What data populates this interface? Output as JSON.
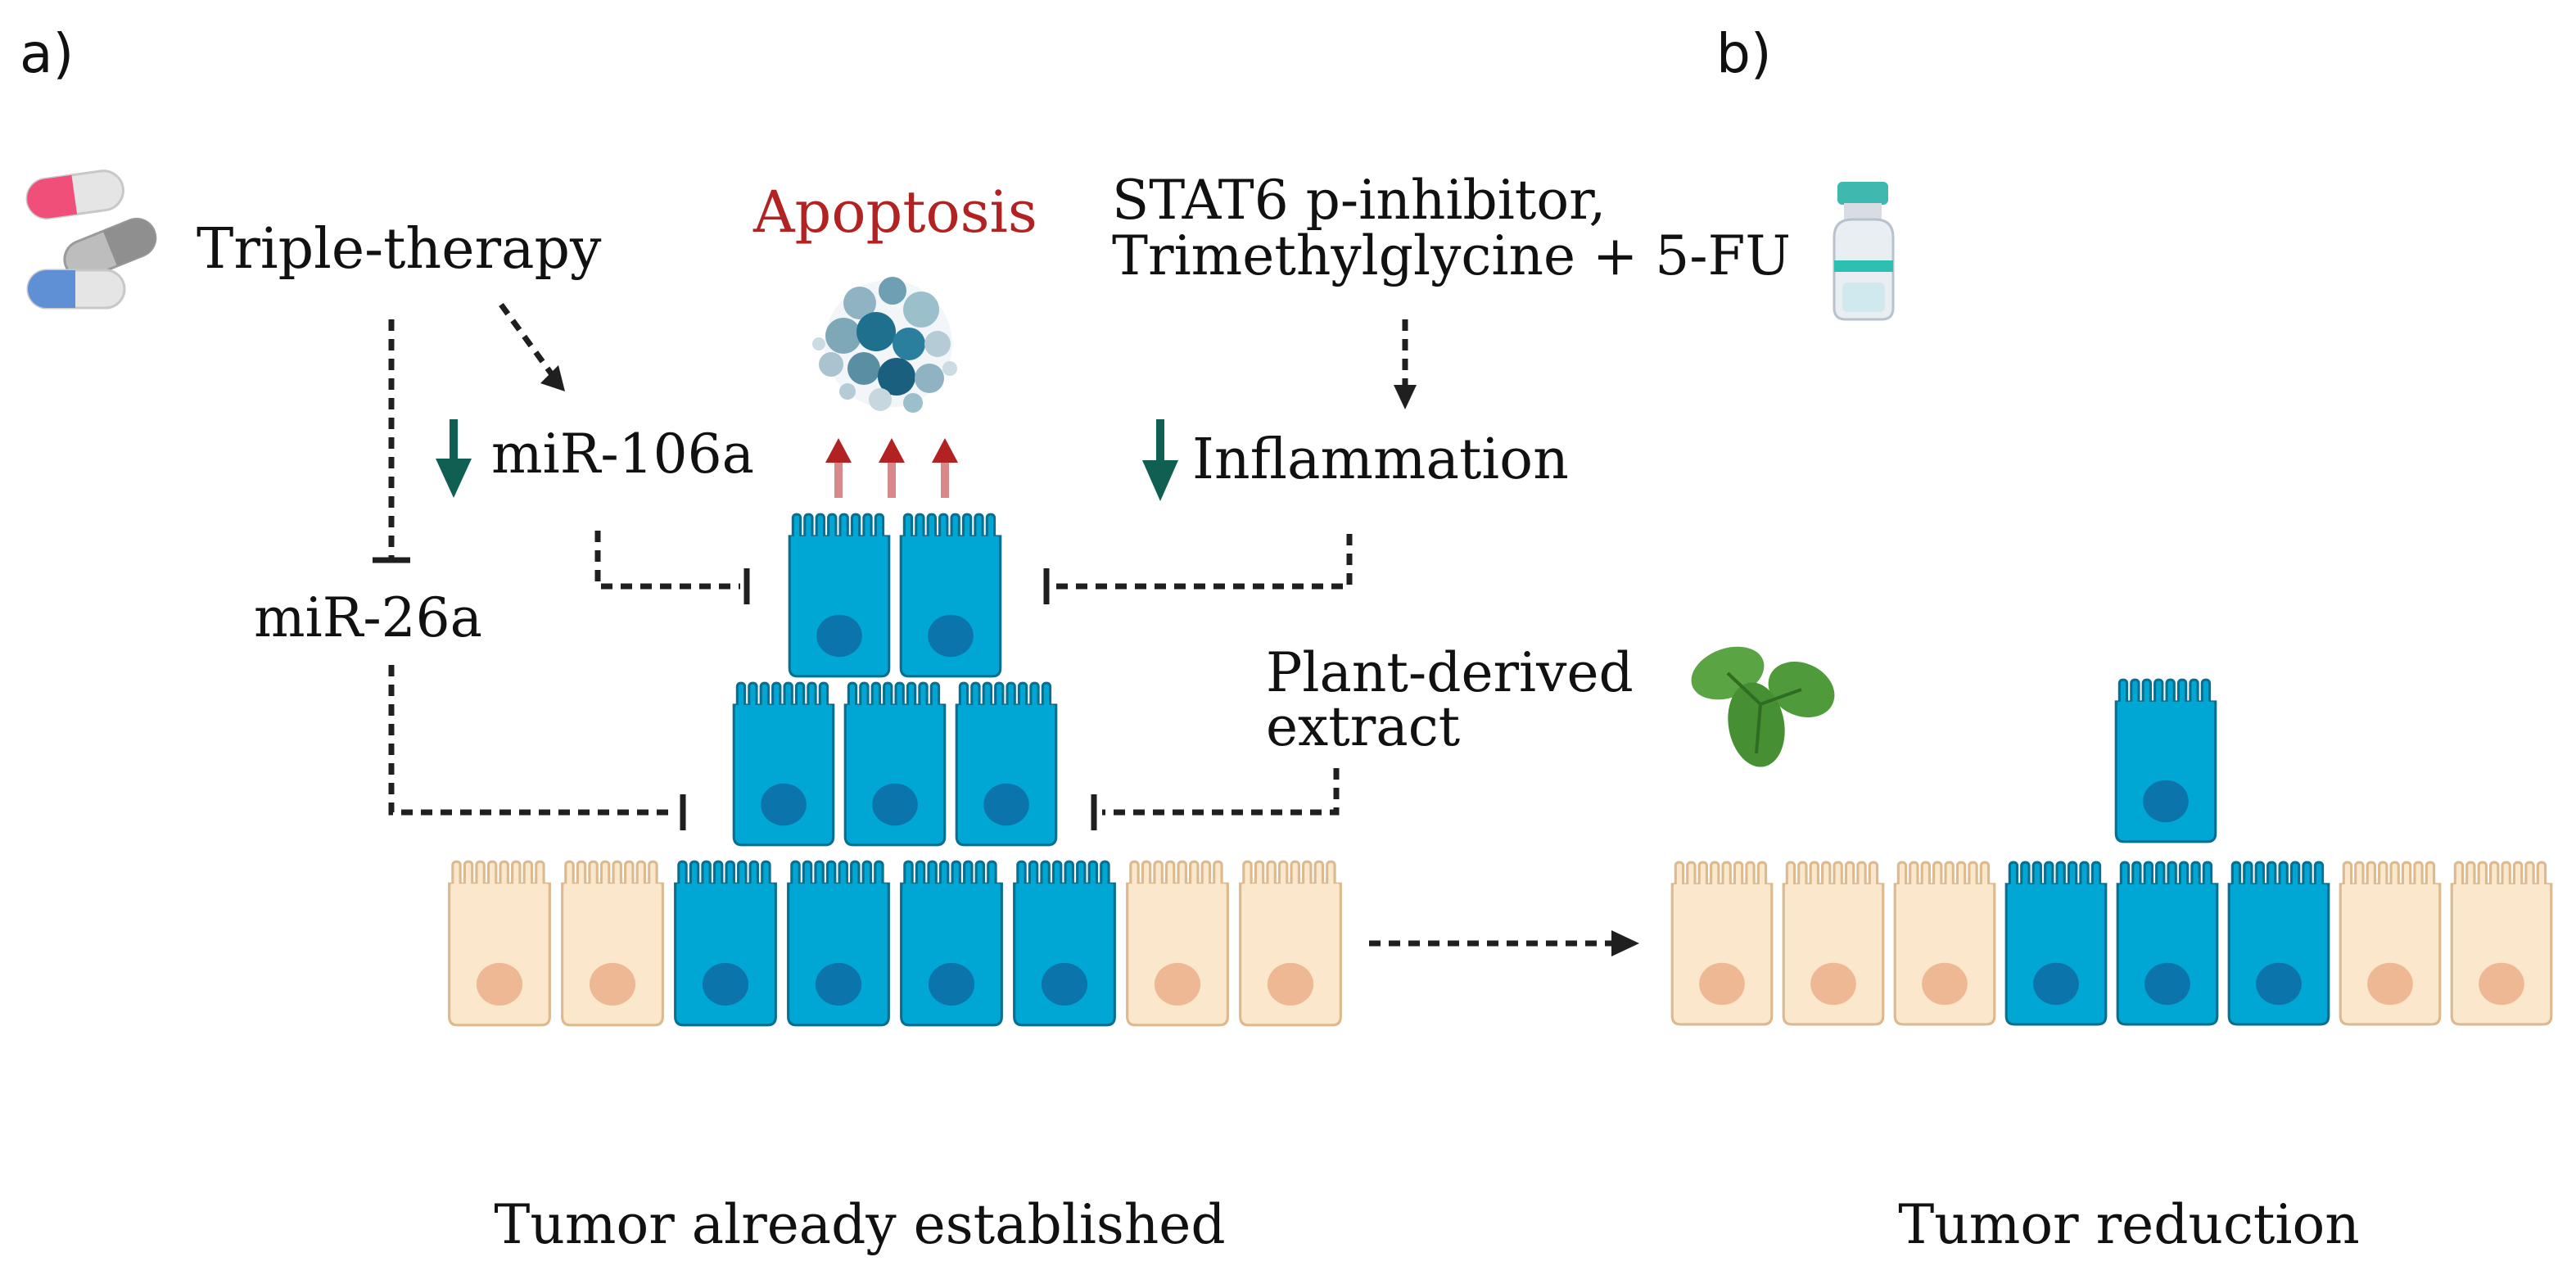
{
  "panels": {
    "a": "a)",
    "b": "b)"
  },
  "labels": {
    "triple_therapy": "Triple-therapy",
    "apoptosis": "Apoptosis",
    "stat6_line1": "STAT6 p-inhibitor,",
    "stat6_line2": "Trimethylglycine + 5-FU",
    "mir106a": "miR-106a",
    "mir26a": "miR-26a",
    "inflammation": "Inflammation",
    "plant_line1": "Plant-derived",
    "plant_line2": "extract",
    "caption_a": "Tumor already established",
    "caption_b": "Tumor reduction"
  },
  "colors": {
    "tumor_cell": "#00a7d4",
    "normal_cell": "#fbe7cb",
    "apoptosis_text": "#b22222",
    "down_arrow": "#0f5f52",
    "leaf": "#4f9a3a"
  }
}
